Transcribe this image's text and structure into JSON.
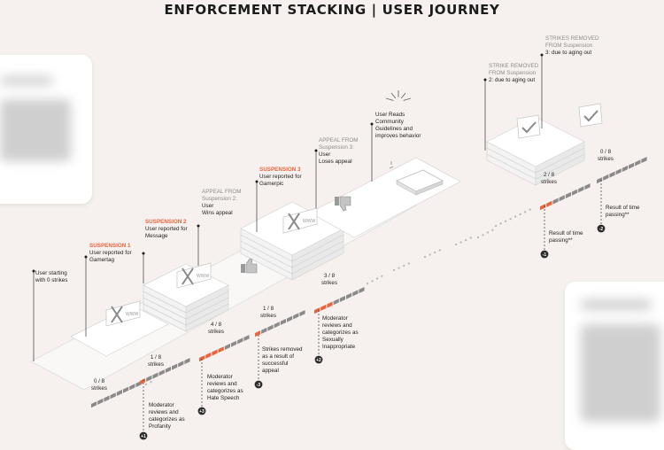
{
  "title": "ENFORCEMENT STACKING | USER JOURNEY",
  "colors": {
    "orange": "#e8643c",
    "gray": "#8a8a8a",
    "dark": "#1f1f1f",
    "muted": "#8d8d8d",
    "surface": "#ffffff"
  },
  "steps": [
    {
      "id": "s0",
      "strikes": "0 / 8",
      "strikes_word": "strikes",
      "filled": 0,
      "header": null,
      "header_lines": [],
      "body_lines": [
        "User starting",
        "with 0 strikes"
      ],
      "badge": null,
      "note_lines": []
    },
    {
      "id": "s1",
      "strikes": "1 / 8",
      "strikes_word": "strikes",
      "filled": 1,
      "header": "SUSPENSION 1",
      "header_lines": [],
      "body_lines": [
        "User reported for",
        "Gamertag"
      ],
      "badge": "+1",
      "note_lines": [
        "Moderator",
        "reviews and",
        "categorizes as",
        "Profanity"
      ]
    },
    {
      "id": "s2",
      "strikes": "4 / 8",
      "strikes_word": "strikes",
      "filled": 4,
      "header": "SUSPENSION 2",
      "header_lines": [],
      "body_lines": [
        "User reported for",
        "Message"
      ],
      "badge": "+3",
      "note_lines": [
        "Moderator",
        "reviews and",
        "categorizes as",
        "Hate Speech"
      ]
    },
    {
      "id": "s3",
      "strikes": "1 / 8",
      "strikes_word": "strikes",
      "filled": 1,
      "header": null,
      "header_lines": [
        "APPEAL FROM",
        "Suspension 2:"
      ],
      "body_lines": [
        "User",
        "Wins appeal"
      ],
      "badge": "-3",
      "note_lines": [
        "Strikes removed",
        "as a result of",
        "successful",
        "appeal"
      ]
    },
    {
      "id": "s4",
      "strikes": "3 / 8",
      "strikes_word": "strikes",
      "filled": 3,
      "header": "SUSPENSION 3",
      "header_lines": [],
      "body_lines": [
        "User reported for",
        "Gamerpic"
      ],
      "badge": "+2",
      "note_lines": [
        "Moderator",
        "reviews and",
        "categorizes as",
        "Sexually",
        "Inappropriate"
      ]
    },
    {
      "id": "s5",
      "strikes": null,
      "strikes_word": null,
      "filled": 0,
      "header": null,
      "header_lines": [
        "APPEAL FROM",
        "Suspension 3:"
      ],
      "body_lines": [
        "User",
        "Loses appeal"
      ],
      "badge": null,
      "note_lines": []
    },
    {
      "id": "s6",
      "strikes": null,
      "strikes_word": null,
      "filled": 0,
      "header": null,
      "header_lines": [],
      "body_lines": [
        "User Reads",
        "Community",
        "Guidelines and",
        "improves behavior"
      ],
      "badge": null,
      "note_lines": []
    },
    {
      "id": "s7",
      "strikes": "2 / 8",
      "strikes_word": "strikes",
      "filled": 2,
      "header": null,
      "header_lines": [
        "STRIKE REMOVED",
        "FROM Suspension"
      ],
      "body_lines": [
        "2: due to aging out"
      ],
      "badge": "-1",
      "note_lines": [
        "Result of time",
        "passing**"
      ]
    },
    {
      "id": "s8",
      "strikes": "0 / 8",
      "strikes_word": "strikes",
      "filled": 0,
      "header": null,
      "header_lines": [
        "STRIKES REMOVED",
        "FROM Suspension"
      ],
      "body_lines": [
        "3: due to aging out"
      ],
      "badge": "-2",
      "note_lines": [
        "Result of time",
        "passing**"
      ]
    }
  ],
  "icons": [
    "x-card-icon",
    "thumbs-up-icon",
    "thumbs-down-icon",
    "check-card-icon",
    "laptop-icon",
    "lightbulb-rays-icon"
  ]
}
